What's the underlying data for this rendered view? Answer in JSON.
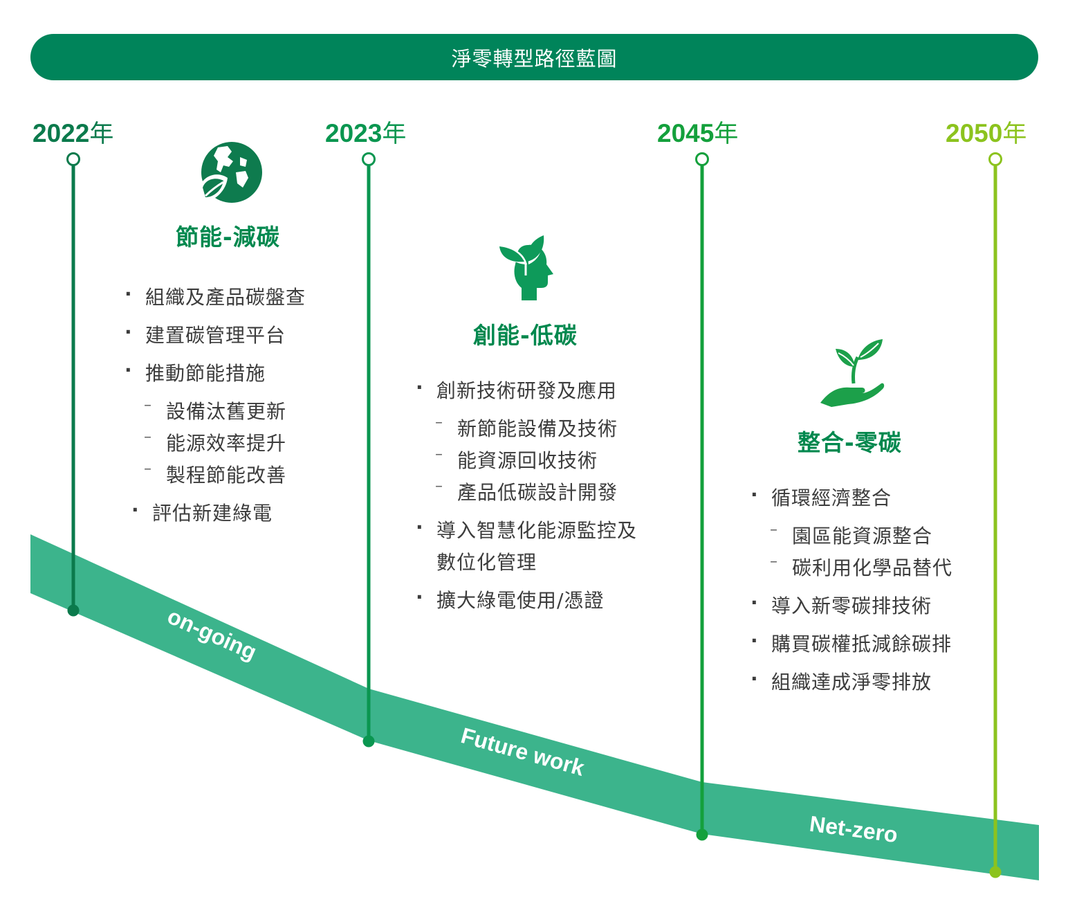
{
  "banner": {
    "title": "淨零轉型路徑藍圖"
  },
  "timeline": {
    "years": [
      {
        "number": "2022",
        "suffix": "年",
        "color": "#0b7a4c"
      },
      {
        "number": "2023",
        "suffix": "年",
        "color": "#0a9650"
      },
      {
        "number": "2045",
        "suffix": "年",
        "color": "#14a03c"
      },
      {
        "number": "2050",
        "suffix": "年",
        "color": "#8cc31e"
      }
    ],
    "band_labels": [
      "on-going",
      "Future work",
      "Net-zero"
    ],
    "band_color": "#3cb48c"
  },
  "phases": [
    {
      "icon": "earth-leaf-icon",
      "title": "節能-減碳",
      "items": [
        {
          "level": 1,
          "text": "組織及產品碳盤查"
        },
        {
          "level": 1,
          "text": "建置碳管理平台"
        },
        {
          "level": 1,
          "text": "推動節能措施"
        },
        {
          "level": 2,
          "text": "設備汰舊更新"
        },
        {
          "level": 2,
          "text": "能源效率提升"
        },
        {
          "level": 2,
          "text": "製程節能改善"
        },
        {
          "level": 1,
          "text": "評估新建綠電"
        }
      ]
    },
    {
      "icon": "head-sprout-icon",
      "title": "創能-低碳",
      "items": [
        {
          "level": 1,
          "text": "創新技術研發及應用"
        },
        {
          "level": 2,
          "text": "新節能設備及技術"
        },
        {
          "level": 2,
          "text": "能資源回收技術"
        },
        {
          "level": 2,
          "text": "產品低碳設計開發"
        },
        {
          "level": 1,
          "text": "導入智慧化能源監控及"
        },
        {
          "level": 0,
          "text": "數位化管理"
        },
        {
          "level": 1,
          "text": "擴大綠電使用/憑證"
        }
      ]
    },
    {
      "icon": "hand-plant-icon",
      "title": "整合-零碳",
      "items": [
        {
          "level": 1,
          "text": "循環經濟整合"
        },
        {
          "level": 2,
          "text": "園區能資源整合"
        },
        {
          "level": 2,
          "text": "碳利用化學品替代"
        },
        {
          "level": 1,
          "text": "導入新零碳排技術"
        },
        {
          "level": 1,
          "text": "購買碳權抵減餘碳排"
        },
        {
          "level": 1,
          "text": "組織達成淨零排放"
        }
      ]
    }
  ]
}
